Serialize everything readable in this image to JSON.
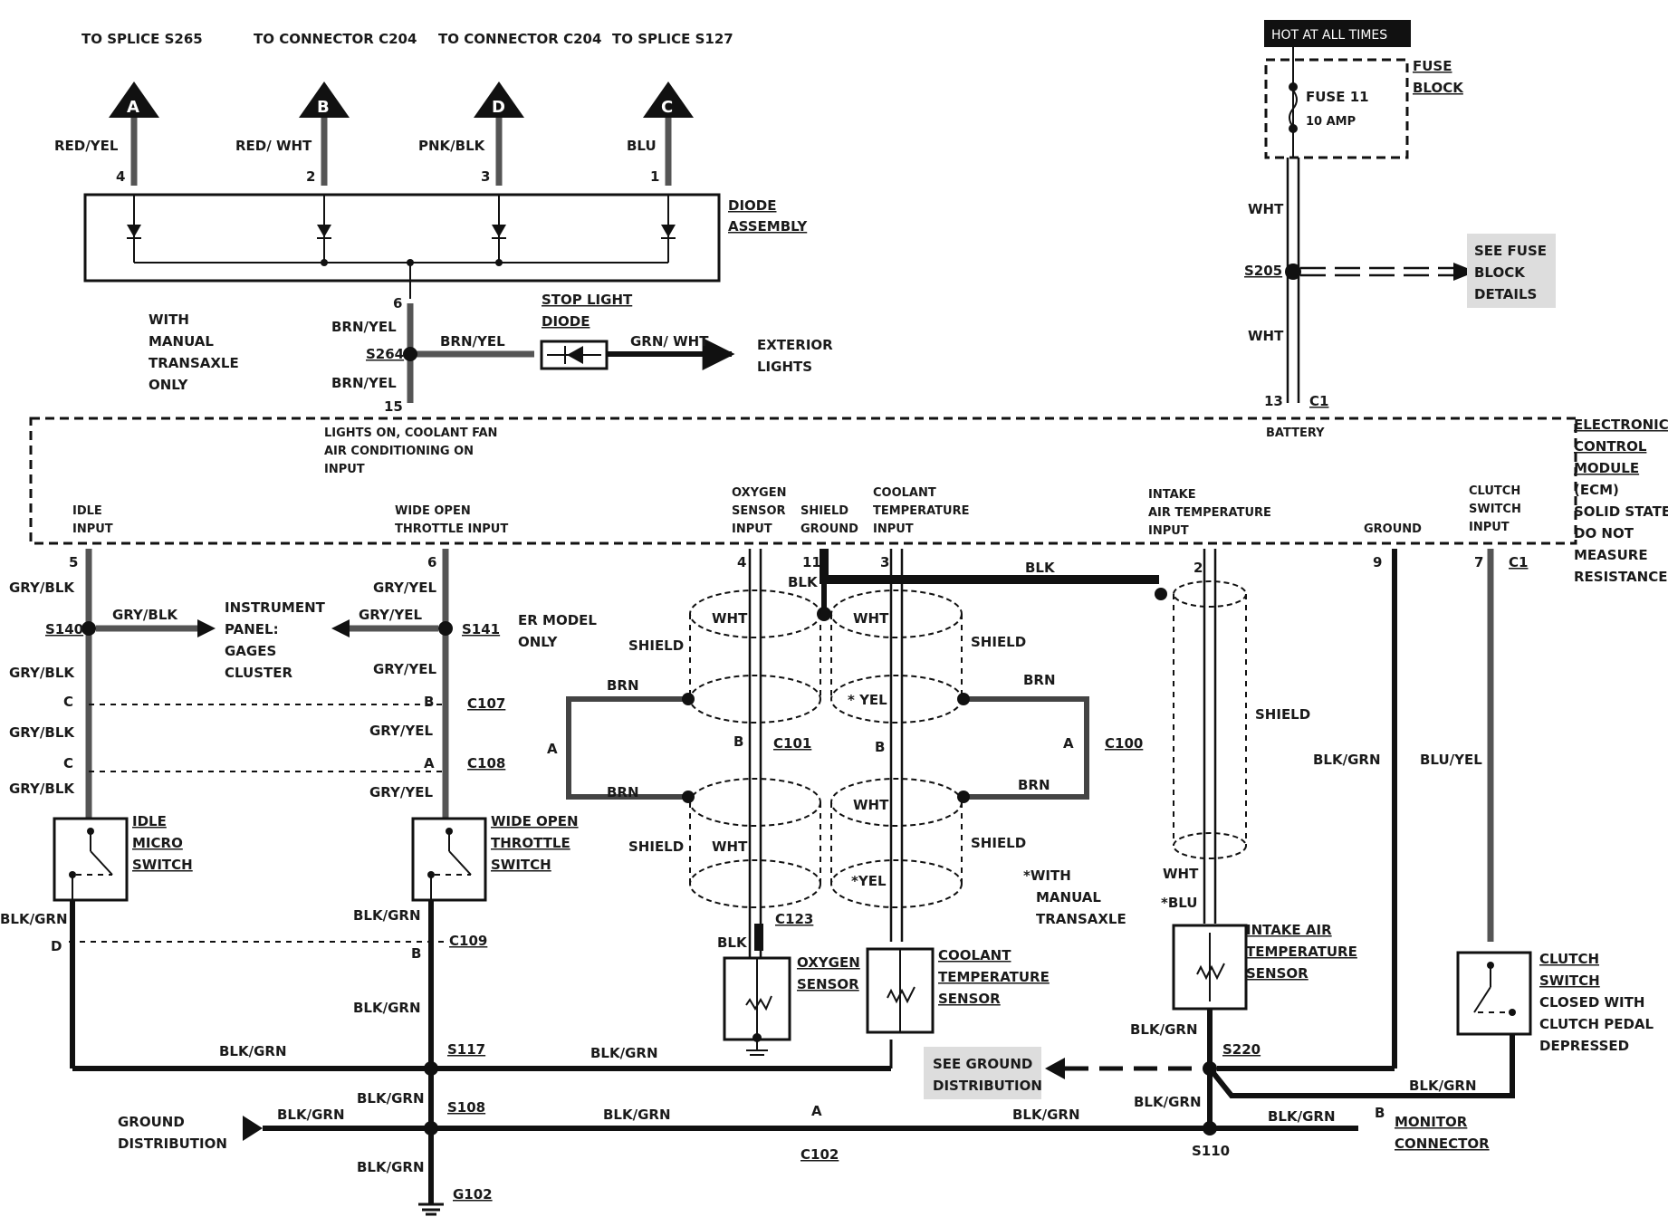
{
  "top_refs": {
    "splice_s265": "TO SPLICE S265",
    "conn_c204_a": "TO CONNECTOR C204",
    "conn_c204_b": "TO CONNECTOR C204",
    "splice_s127": "TO SPLICE S127"
  },
  "arrows": {
    "a": "A",
    "b": "B",
    "d": "D",
    "c": "C"
  },
  "wires": {
    "red_yel": "RED/YEL",
    "red_wht": "RED/ WHT",
    "pnk_blk": "PNK/BLK",
    "blu": "BLU",
    "brn_yel": "BRN/YEL",
    "grn_wht": "GRN/ WHT",
    "wht": "WHT",
    "gry_blk": "GRY/BLK",
    "gry_yel": "GRY/YEL",
    "blk_grn": "BLK/GRN",
    "blk": "BLK",
    "brn": "BRN",
    "star_yel": "* YEL",
    "star_yel2": "*YEL",
    "blu_yel": "BLU/YEL",
    "star_blu": "*BLU"
  },
  "pins": {
    "p4": "4",
    "p2": "2",
    "p3": "3",
    "p1": "1",
    "p6": "6",
    "p15": "15",
    "p13": "13",
    "p5": "5",
    "p6b": "6",
    "p4b": "4",
    "p11": "11",
    "p3b": "3",
    "p2b": "2",
    "p9": "9",
    "p7": "7",
    "c": "C",
    "b": "B",
    "a": "A",
    "d": "D"
  },
  "components": {
    "diode_assembly": [
      "DIODE",
      "ASSEMBLY"
    ],
    "stop_light_diode": [
      "STOP LIGHT",
      "DIODE"
    ],
    "exterior_lights": [
      "EXTERIOR",
      "LIGHTS"
    ],
    "manual_transaxle_only": [
      "WITH",
      "MANUAL",
      "TRANSAXLE",
      "ONLY"
    ],
    "hot_at_all_times": "HOT AT ALL TIMES",
    "fuse_block": [
      "FUSE",
      "BLOCK"
    ],
    "fuse_11": "FUSE 11",
    "fuse_amp": "10 AMP",
    "see_fuse_block": [
      "SEE FUSE",
      "BLOCK",
      "DETAILS"
    ],
    "ecm": [
      "ELECTRONIC",
      "CONTROL",
      "MODULE",
      "(ECM)",
      "SOLID STATE",
      "DO NOT",
      "MEASURE",
      "RESISTANCE"
    ],
    "battery": "BATTERY",
    "instrument_panel": [
      "INSTRUMENT",
      "PANEL:",
      "GAGES",
      "CLUSTER"
    ],
    "er_model": [
      "ER MODEL",
      "ONLY"
    ],
    "idle_micro_switch": [
      "IDLE",
      "MICRO",
      "SWITCH"
    ],
    "wot_switch": [
      "WIDE OPEN",
      "THROTTLE",
      "SWITCH"
    ],
    "oxygen_sensor": [
      "OXYGEN",
      "SENSOR"
    ],
    "coolant_sensor": [
      "COOLANT",
      "TEMPERATURE",
      "SENSOR"
    ],
    "with_manual_transaxle": [
      "*WITH",
      "MANUAL",
      "TRANSAXLE"
    ],
    "iat_sensor": [
      "INTAKE AIR",
      "TEMPERATURE",
      "SENSOR"
    ],
    "clutch_switch": [
      "CLUTCH",
      "SWITCH",
      "CLOSED WITH",
      "CLUTCH PEDAL",
      "DEPRESSED"
    ],
    "see_ground": [
      "SEE GROUND",
      "DISTRIBUTION"
    ],
    "ground_distribution": [
      "GROUND",
      "DISTRIBUTION"
    ],
    "monitor_connector": [
      "MONITOR",
      "CONNECTOR"
    ],
    "shield": "SHIELD"
  },
  "ecm_inputs": {
    "lights_on": [
      "LIGHTS ON, COOLANT FAN",
      "AIR CONDITIONING ON",
      "INPUT"
    ],
    "idle": [
      "IDLE",
      "INPUT"
    ],
    "wot": [
      "WIDE OPEN",
      "THROTTLE INPUT"
    ],
    "o2": [
      "OXYGEN",
      "SENSOR",
      "INPUT"
    ],
    "shield_gnd": [
      "SHIELD",
      "GROUND"
    ],
    "coolant": [
      "COOLANT",
      "TEMPERATURE",
      "INPUT"
    ],
    "iat": [
      "INTAKE",
      "AIR TEMPERATURE",
      "INPUT"
    ],
    "ground": "GROUND",
    "clutch": [
      "CLUTCH",
      "SWITCH",
      "INPUT"
    ]
  },
  "splices": {
    "s264": "S264",
    "s205": "S205",
    "s140": "S140",
    "s141": "S141",
    "s117": "S117",
    "s108": "S108",
    "s220": "S220",
    "s110": "S110"
  },
  "connectors": {
    "c1": "C1",
    "c1b": "C1",
    "c107": "C107",
    "c108": "C108",
    "c101": "C101",
    "c100": "C100",
    "c123": "C123",
    "c109": "C109",
    "c102": "C102",
    "g102": "G102"
  }
}
